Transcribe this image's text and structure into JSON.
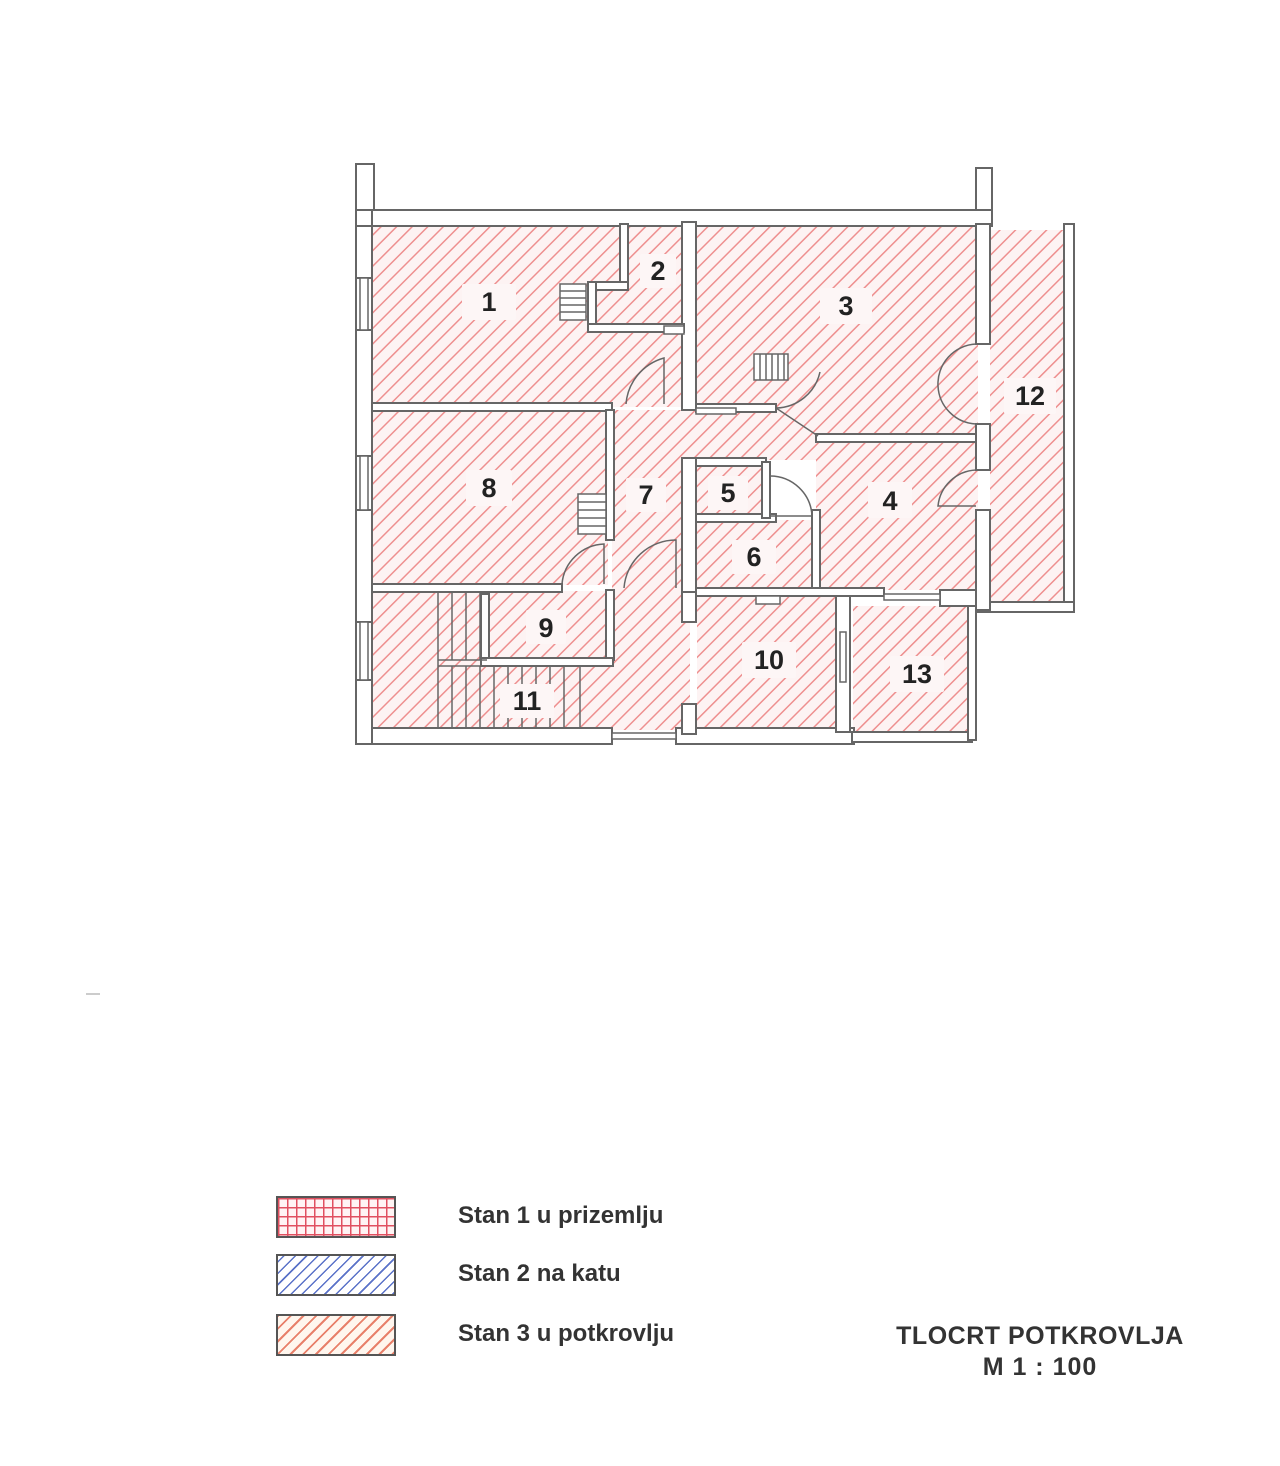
{
  "rooms": [
    {
      "id": "room-1",
      "label": "1"
    },
    {
      "id": "room-2",
      "label": "2"
    },
    {
      "id": "room-3",
      "label": "3"
    },
    {
      "id": "room-4",
      "label": "4"
    },
    {
      "id": "room-5",
      "label": "5"
    },
    {
      "id": "room-6",
      "label": "6"
    },
    {
      "id": "room-7",
      "label": "7"
    },
    {
      "id": "room-8",
      "label": "8"
    },
    {
      "id": "room-9",
      "label": "9"
    },
    {
      "id": "room-10",
      "label": "10"
    },
    {
      "id": "room-11",
      "label": "11"
    },
    {
      "id": "room-12",
      "label": "12"
    },
    {
      "id": "room-13",
      "label": "13"
    }
  ],
  "legend": {
    "items": [
      {
        "label": "Stan 1 u prizemlju",
        "pattern": "grid",
        "color": "#e05060"
      },
      {
        "label": "Stan 2 na katu",
        "pattern": "diagonal",
        "color": "#5a72c8"
      },
      {
        "label": "Stan 3 u potkrovlju",
        "pattern": "diagonal",
        "color": "#e8806a"
      }
    ]
  },
  "title_block": {
    "title": "TLOCRT POTKROVLJA",
    "scale": "M 1 : 100"
  },
  "colors": {
    "hatch": "#ee8f8f",
    "wall_stroke": "#666666",
    "wall_fill": "#ffffff"
  }
}
